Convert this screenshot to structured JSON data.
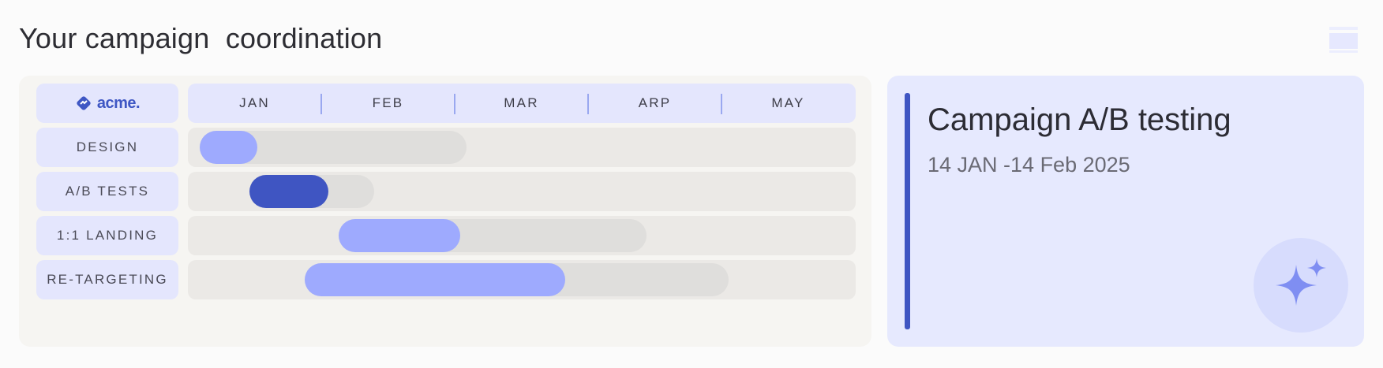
{
  "header": {
    "title": "Your campaign  coordination",
    "menu_icon": "menu-icon"
  },
  "gantt": {
    "logo_text": "acme.",
    "months": [
      "JAN",
      "FEB",
      "MAR",
      "ARP",
      "MAY"
    ],
    "rows": [
      {
        "label": "DESIGN",
        "progress_pct": 22
      },
      {
        "label": "A/B TESTS",
        "progress_pct": 63
      },
      {
        "label": "1:1 LANDING",
        "progress_pct": 39
      },
      {
        "label": "RE-TARGETING",
        "progress_pct": 61
      }
    ],
    "colors": {
      "light_bar": "#9eaafe",
      "dark_bar": "#3f55c2",
      "label_bg": "#e4e6fd"
    }
  },
  "detail": {
    "title": "Campaign A/B testing",
    "date_range": "14 JAN -14 Feb 2025",
    "action_icon": "sparkle-icon",
    "accent_color": "#3f55c2"
  }
}
